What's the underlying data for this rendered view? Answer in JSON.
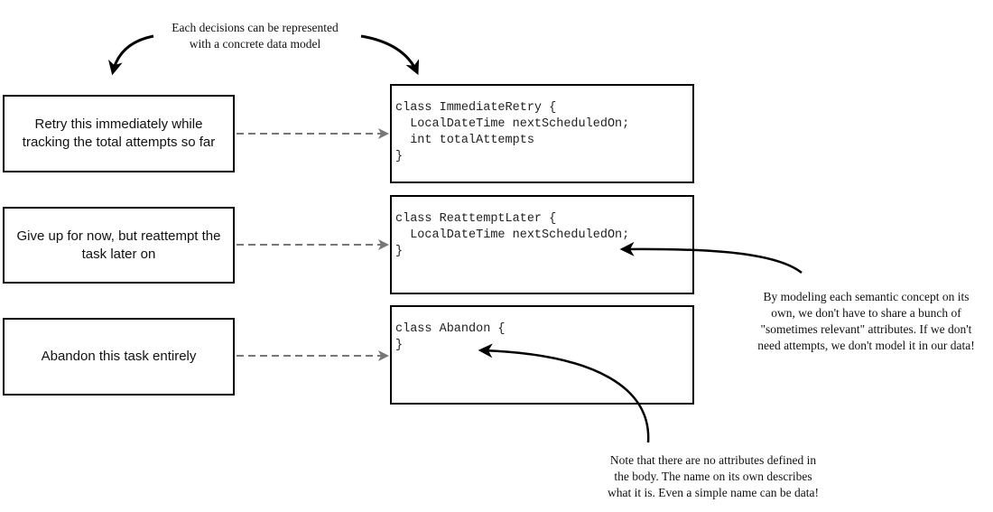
{
  "header_note": {
    "line1": "Each  decisions can be represented",
    "line2": "with a concrete data model"
  },
  "decisions": [
    {
      "line1": "Retry this immediately while",
      "line2": "tracking the total attempts so far"
    },
    {
      "line1": "Give up for now, but reattempt the",
      "line2": "task later on"
    },
    {
      "line1": "Abandon this task entirely",
      "line2": ""
    }
  ],
  "classes": [
    {
      "lines": [
        "class ImmediateRetry {",
        "  LocalDateTime nextScheduledOn;",
        "  int totalAttempts",
        "}"
      ]
    },
    {
      "lines": [
        "class ReattemptLater {",
        "  LocalDateTime nextScheduledOn;",
        "",
        "}"
      ]
    },
    {
      "lines": [
        "class Abandon {",
        "",
        "}"
      ]
    }
  ],
  "right_note": {
    "line1": "By modeling each semantic concept on its",
    "line2": "own, we don't have to share a bunch of",
    "line3": "\"sometimes relevant\" attributes. If we don't",
    "line4": "need attempts, we don't model it in our data!"
  },
  "bottom_note": {
    "line1": "Note that there are no attributes defined in",
    "line2": "the body. The name on its own describes",
    "line3": "what it is. Even a simple name can be data!"
  }
}
